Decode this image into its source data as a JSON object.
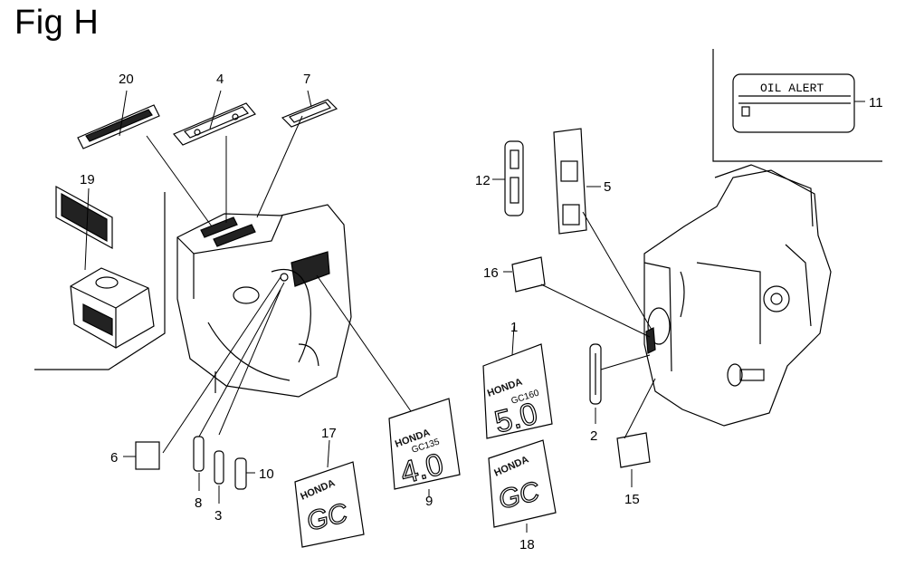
{
  "figure": {
    "title": "Fig H"
  },
  "callouts": {
    "c1": "1",
    "c2": "2",
    "c3": "3",
    "c4": "4",
    "c5": "5",
    "c6": "6",
    "c7": "7",
    "c8": "8",
    "c9": "9",
    "c10": "10",
    "c11": "11",
    "c12": "12",
    "c15": "15",
    "c16": "16",
    "c17": "17",
    "c18": "18",
    "c19": "19",
    "c20": "20"
  },
  "decals": {
    "oil_alert": {
      "title": "OIL ALERT"
    },
    "decal_1": {
      "brand": "HONDA",
      "model": "GC160",
      "power": "5.0"
    },
    "decal_9": {
      "brand": "HONDA",
      "model": "GC135",
      "power": "4.0"
    },
    "decal_17": {
      "brand": "HONDA",
      "model": "GC"
    },
    "decal_18": {
      "brand": "HONDA",
      "model": "GC"
    }
  }
}
